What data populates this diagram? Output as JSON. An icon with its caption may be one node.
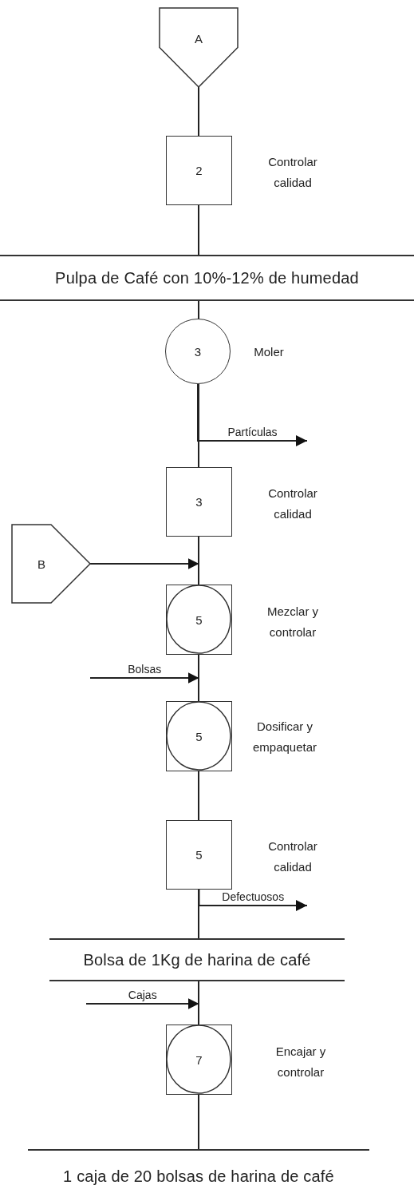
{
  "diagram": {
    "nodes": [
      {
        "text": [
          "A"
        ]
      },
      {
        "text": [
          "2"
        ],
        "beside": [
          "Controlar calidad"
        ]
      },
      {
        "text": [
          "Pulpa de Café con 10%-12% de humedad"
        ]
      },
      {
        "text": [
          "3"
        ],
        "beside": [
          "Moler"
        ]
      },
      {
        "text": [
          "3"
        ],
        "beside": [
          "Controlar calidad"
        ]
      },
      {
        "text": [
          "B"
        ]
      },
      {
        "text": [
          "5"
        ],
        "beside": [
          "Mezclar y controlar"
        ]
      },
      {
        "text": [
          "5"
        ],
        "beside": [
          "Dosificar y empaquetar"
        ]
      },
      {
        "text": [
          "5"
        ],
        "beside": [
          "Controlar calidad"
        ]
      },
      {
        "text": [
          "Bolsa de 1Kg de harina de café"
        ]
      },
      {
        "text": [
          "7"
        ],
        "beside": [
          "Encajar y controlar"
        ]
      },
      {
        "text": [
          "1 caja de 20 bolsas de harina de café"
        ]
      }
    ],
    "edges": [
      {
        "from": 0,
        "to": 1,
        "arrow": "none"
      },
      {
        "from": 1,
        "to": 2,
        "arrow": "none"
      },
      {
        "from": 2,
        "to": 3,
        "arrow": "none"
      },
      {
        "from": 3,
        "to": 4,
        "arrow": "none"
      },
      {
        "from": 3,
        "to": null,
        "arrow": "to",
        "label": "Partículas"
      },
      {
        "from": 4,
        "to": 6,
        "arrow": "none"
      },
      {
        "from": 5,
        "to": 6,
        "arrow": "to"
      },
      {
        "from": 6,
        "to": 7,
        "arrow": "none"
      },
      {
        "from": null,
        "to": 7,
        "arrow": "to",
        "label": "Bolsas"
      },
      {
        "from": 7,
        "to": 8,
        "arrow": "none"
      },
      {
        "from": 8,
        "to": null,
        "arrow": "to",
        "label": "Defectuosos"
      },
      {
        "from": 8,
        "to": 9,
        "arrow": "none"
      },
      {
        "from": 9,
        "to": 10,
        "arrow": "none"
      },
      {
        "from": null,
        "to": 10,
        "arrow": "to",
        "label": "Cajas"
      },
      {
        "from": 10,
        "to": 11,
        "arrow": "none"
      }
    ]
  }
}
